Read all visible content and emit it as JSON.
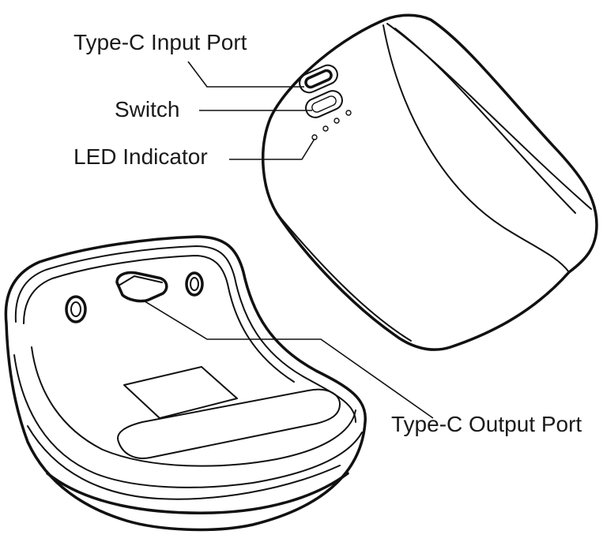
{
  "labels": {
    "input_port": "Type-C Input Port",
    "switch": "Switch",
    "led": "LED Indicator",
    "output_port": "Type-C Output Port"
  },
  "colors": {
    "line": "#111111",
    "background": "#ffffff"
  }
}
